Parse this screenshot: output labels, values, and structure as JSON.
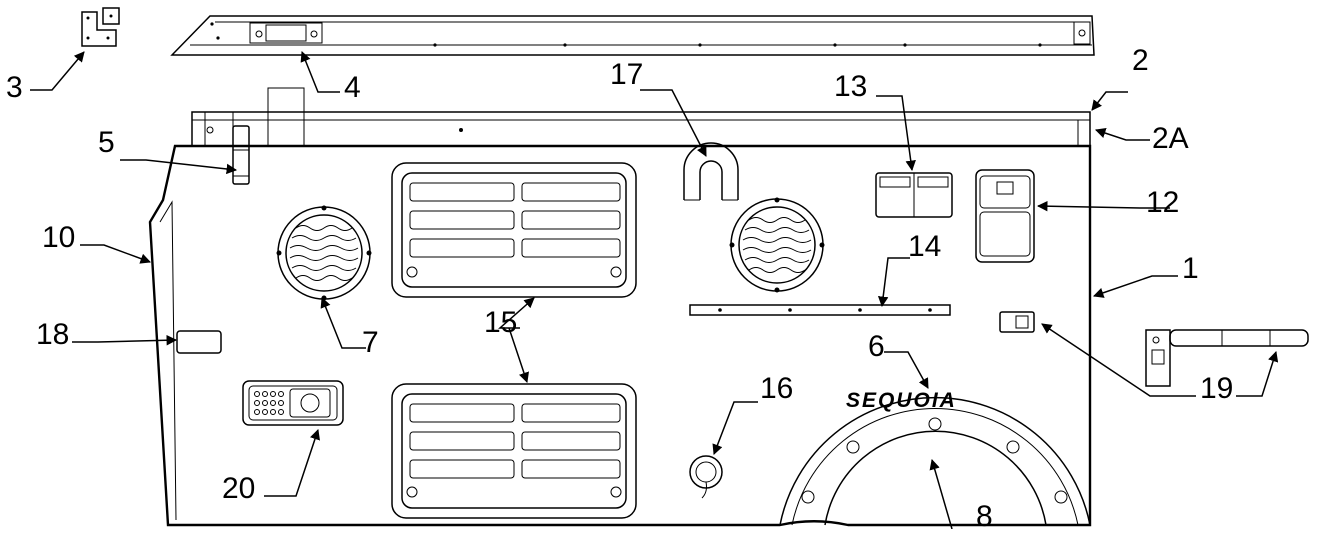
{
  "diagram": {
    "brand_text": "SEQUOIA",
    "callouts": {
      "c1": "1",
      "c2": "2",
      "c2a": "2A",
      "c3": "3",
      "c4": "4",
      "c5": "5",
      "c6": "6",
      "c7": "7",
      "c8": "8",
      "c10": "10",
      "c12": "12",
      "c13": "13",
      "c14": "14",
      "c15": "15",
      "c16": "16",
      "c17": "17",
      "c18": "18",
      "c19": "19",
      "c20": "20"
    }
  }
}
